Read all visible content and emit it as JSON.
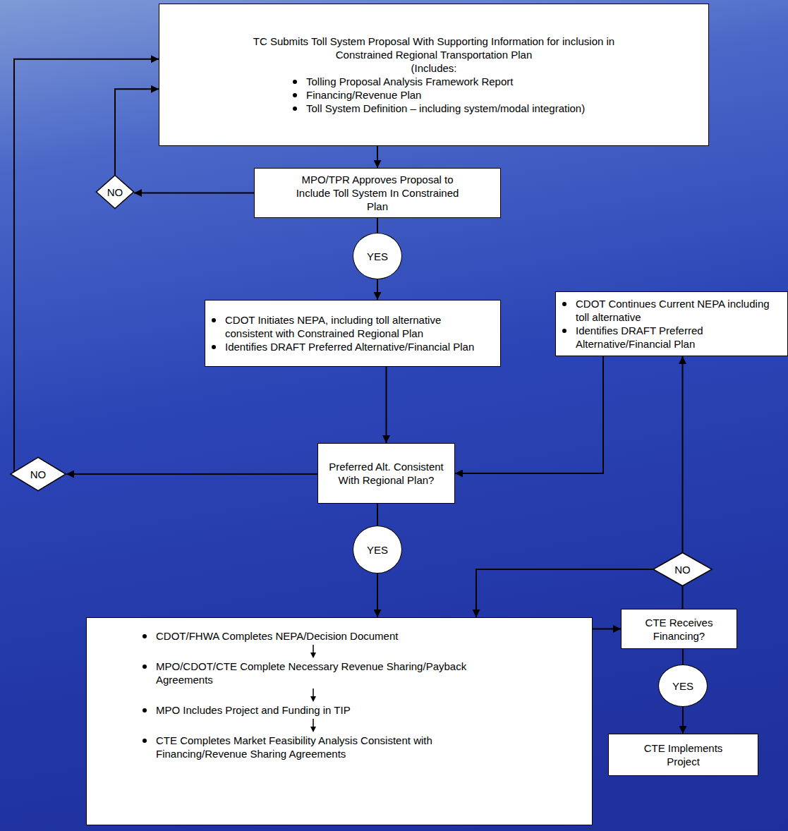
{
  "diagram": {
    "nodes": [
      {
        "text": [
          "TC Submits Toll System Proposal With Supporting Information for inclusion in Constrained Regional Transportation Plan",
          "(Includes:",
          "Tolling Proposal Analysis Framework Report",
          "Financing/Revenue Plan",
          "Toll System Definition – including system/modal integration)"
        ]
      },
      {
        "text": [
          "NO"
        ]
      },
      {
        "text": [
          "MPO/TPR Approves Proposal to Include Toll System In Constrained Plan"
        ]
      },
      {
        "text": [
          "YES"
        ]
      },
      {
        "text": [
          "CDOT Initiates NEPA, including toll alternative consistent with Constrained Regional Plan",
          "Identifies DRAFT Preferred Alternative/Financial Plan"
        ]
      },
      {
        "text": [
          "CDOT Continues Current NEPA including toll alternative",
          "Identifies DRAFT Preferred Alternative/Financial Plan"
        ]
      },
      {
        "text": [
          "NO"
        ]
      },
      {
        "text": [
          "Preferred Alt. Consistent With Regional Plan?"
        ]
      },
      {
        "text": [
          "YES"
        ]
      },
      {
        "text": [
          "CDOT/FHWA Completes NEPA/Decision Document",
          "MPO/CDOT/CTE Complete Necessary Revenue Sharing/Payback Agreements",
          "MPO Includes Project and Funding in TIP",
          "CTE Completes Market Feasibility Analysis Consistent with Financing/Revenue Sharing Agreements"
        ]
      },
      {
        "text": [
          "NO"
        ]
      },
      {
        "text": [
          "CTE Receives Financing?"
        ]
      },
      {
        "text": [
          "YES"
        ]
      },
      {
        "text": [
          "CTE Implements Project"
        ]
      }
    ],
    "edges": [
      {
        "from": 0,
        "to": 2,
        "arrow": "to"
      },
      {
        "from": 2,
        "to": 1,
        "arrow": "to"
      },
      {
        "from": 1,
        "to": 0,
        "arrow": "to"
      },
      {
        "from": 2,
        "to": 3,
        "arrow": "none"
      },
      {
        "from": 3,
        "to": 4,
        "arrow": "to"
      },
      {
        "from": 4,
        "to": 7,
        "arrow": "to"
      },
      {
        "from": 5,
        "to": 7,
        "arrow": "to"
      },
      {
        "from": 7,
        "to": 6,
        "arrow": "to"
      },
      {
        "from": 6,
        "to": 0,
        "arrow": "to"
      },
      {
        "from": 7,
        "to": 8,
        "arrow": "none"
      },
      {
        "from": 8,
        "to": 9,
        "arrow": "to"
      },
      {
        "from": 9,
        "to": 11,
        "arrow": "to"
      },
      {
        "from": 11,
        "to": 10,
        "arrow": "none"
      },
      {
        "from": 10,
        "to": 5,
        "arrow": "to"
      },
      {
        "from": 10,
        "to": 9,
        "arrow": "to"
      },
      {
        "from": 11,
        "to": 12,
        "arrow": "none"
      },
      {
        "from": 12,
        "to": 13,
        "arrow": "to"
      }
    ]
  }
}
